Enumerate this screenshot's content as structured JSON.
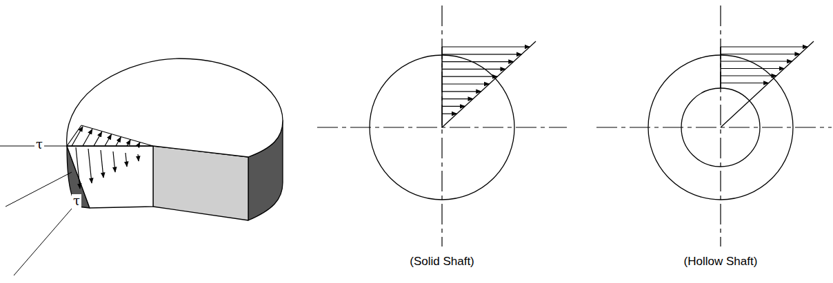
{
  "diagram": {
    "labels": [
      "τ",
      "τ",
      "(Solid Shaft)",
      "(Hollow Shaft)"
    ]
  }
}
